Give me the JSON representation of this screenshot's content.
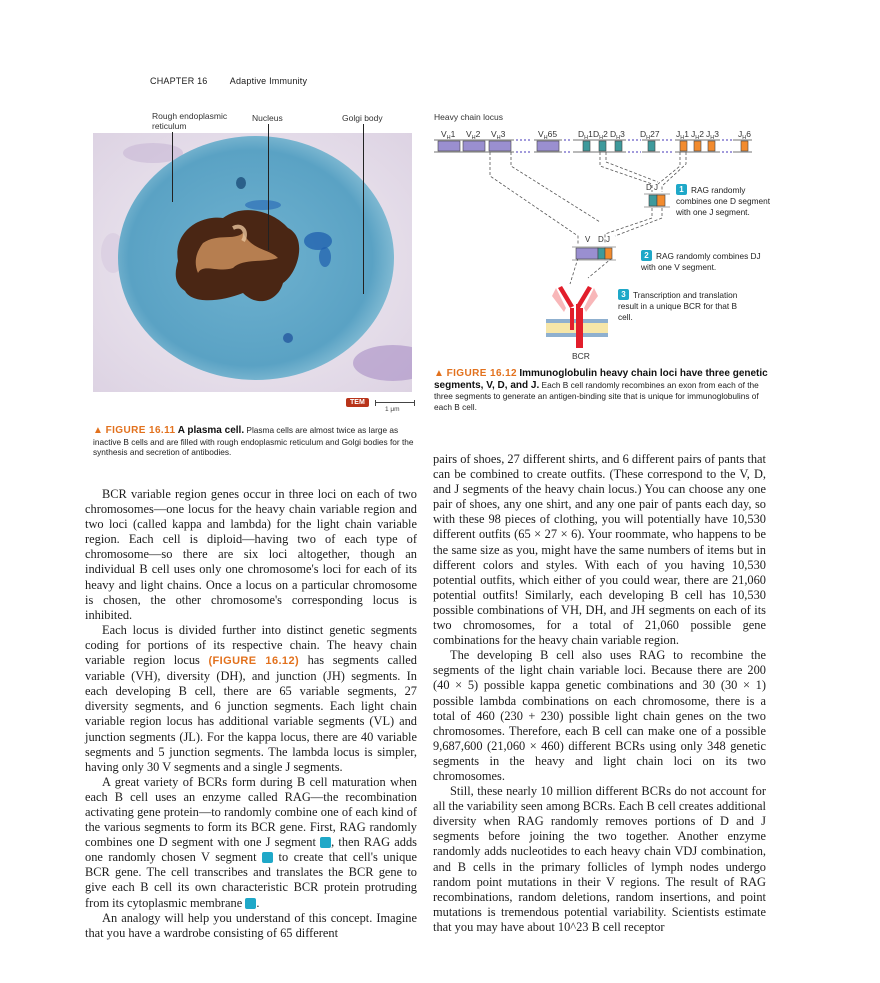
{
  "header": {
    "chapter": "CHAPTER 16",
    "title": "Adaptive Immunity"
  },
  "figure_16_11": {
    "labels": {
      "rer": "Rough endoplasmic reticulum",
      "rer_line1": "Rough endoplasmic",
      "rer_line2": "reticulum",
      "nucleus": "Nucleus",
      "golgi": "Golgi body"
    },
    "badge": "TEM",
    "scale": "1 μm",
    "caption": {
      "marker": "▲",
      "number": "FIGURE 16.11",
      "title": "A plasma cell.",
      "text": "Plasma cells are almost twice as large as inactive B cells and are filled with rough endoplasmic reticulum and Golgi bodies for the synthesis and secretion of antibodies."
    }
  },
  "figure_16_12": {
    "locus_title": "Heavy chain locus",
    "segment_labels": [
      "VH1",
      "VH2",
      "VH3",
      "VH65",
      "DH1",
      "DH2",
      "DH3",
      "DH27",
      "JH1",
      "JH2",
      "JH3",
      "JH6"
    ],
    "colors": {
      "V": "#9a8fd0",
      "D": "#3e9a9c",
      "J": "#f28b2e",
      "dots": "#6a5fc8",
      "receptor": "#e21e2b",
      "membrane": "#f6e6a8"
    },
    "dj_label": "D J",
    "vdj_label": "V D J",
    "bcr_label": "BCR",
    "steps": [
      {
        "n": "1",
        "text": "RAG randomly combines one D segment with one J segment."
      },
      {
        "n": "2",
        "text": "RAG randomly combines DJ with one V segment."
      },
      {
        "n": "3",
        "text": "Transcription and translation result in a unique BCR for that B cell."
      }
    ],
    "caption": {
      "marker": "▲",
      "number": "FIGURE 16.12",
      "title": "Immunoglobulin heavy chain loci have three genetic segments, V, D, and J.",
      "text": "Each B cell randomly recombines an exon from each of the three segments to generate an antigen-binding site that is unique for immunoglobulins of each B cell."
    }
  },
  "body": {
    "left": {
      "p1": "BCR variable region genes occur in three loci on each of two chromosomes—one locus for the heavy chain variable region and two loci (called kappa and lambda) for the light chain variable region. Each cell is diploid—having two of each type of chromosome—so there are six loci altogether, though an individual B cell uses only one chromosome's loci for each of its heavy and light chains. Once a locus on a particular chromosome is chosen, the other chromosome's corresponding locus is inhibited.",
      "p2a": "Each locus is divided further into distinct genetic segments coding for portions of its respective chain. The heavy chain variable region locus ",
      "p2_ref": "(FIGURE 16.12)",
      "p2b": " has segments called variable (VH), diversity (DH), and junction (JH) segments. In each developing B cell, there are 65 variable segments, 27 diversity segments, and 6 junction segments. Each light chain variable region locus has additional variable segments (VL) and junction segments (JL). For the kappa locus, there are 40 variable segments and 5 junction segments. The lambda locus is simpler, having only 30 V segments and a single J segments.",
      "p3a": "A great variety of BCRs form during B cell maturation when each B cell uses an enzyme called RAG—the recombination activating gene protein—to randomly combine one of each kind of the various segments to form its BCR gene. First, RAG randomly combines one D segment with one J segment ",
      "p3b": ", then RAG adds one randomly chosen V segment ",
      "p3c": " to create that cell's unique BCR gene. The cell transcribes and translates the BCR gene to give each B cell its own characteristic BCR protein protruding from its cytoplasmic membrane ",
      "p3d": ".",
      "p4": "An analogy will help you understand of this concept. Imagine that you have a wardrobe consisting of 65 different"
    },
    "right": {
      "p1": "pairs of shoes, 27 different shirts, and 6 different pairs of pants that can be combined to create outfits. (These correspond to the V, D, and J segments of the heavy chain locus.) You can choose any one pair of shoes, any one shirt, and any one pair of pants each day, so with these 98 pieces of clothing, you will potentially have 10,530 different outfits (65 × 27 × 6). Your roommate, who happens to be the same size as you, might have the same numbers of items but in different colors and styles. With each of you having 10,530 potential outfits, which either of you could wear, there are 21,060 potential outfits! Similarly, each developing B cell has 10,530 possible combinations of VH, DH, and JH segments on each of its two chromosomes, for a total of 21,060 possible gene combinations for the heavy chain variable region.",
      "p2": "The developing B cell also uses RAG to recombine the segments of the light chain variable loci. Because there are 200 (40 × 5) possible kappa genetic combinations and 30 (30 × 1) possible lambda combinations on each chromosome, there is a total of 460 (230 + 230) possible light chain genes on the two chromosomes. Therefore, each B cell can make one of a possible 9,687,600 (21,060 × 460) different BCRs using only 348 genetic segments in the heavy and light chain loci on its two chromosomes.",
      "p3": "Still, these nearly 10 million different BCRs do not account for all the variability seen among BCRs. Each B cell creates additional diversity when RAG randomly removes portions of D and J segments before joining the two together. Another enzyme randomly adds nucleotides to each heavy chain VDJ combination, and B cells in the primary follicles of lymph nodes undergo random point mutations in their V regions. The result of RAG recombinations, random deletions, random insertions, and point mutations is tremendous potential variability. Scientists estimate that you may have about 10^23 B cell receptor"
    }
  }
}
